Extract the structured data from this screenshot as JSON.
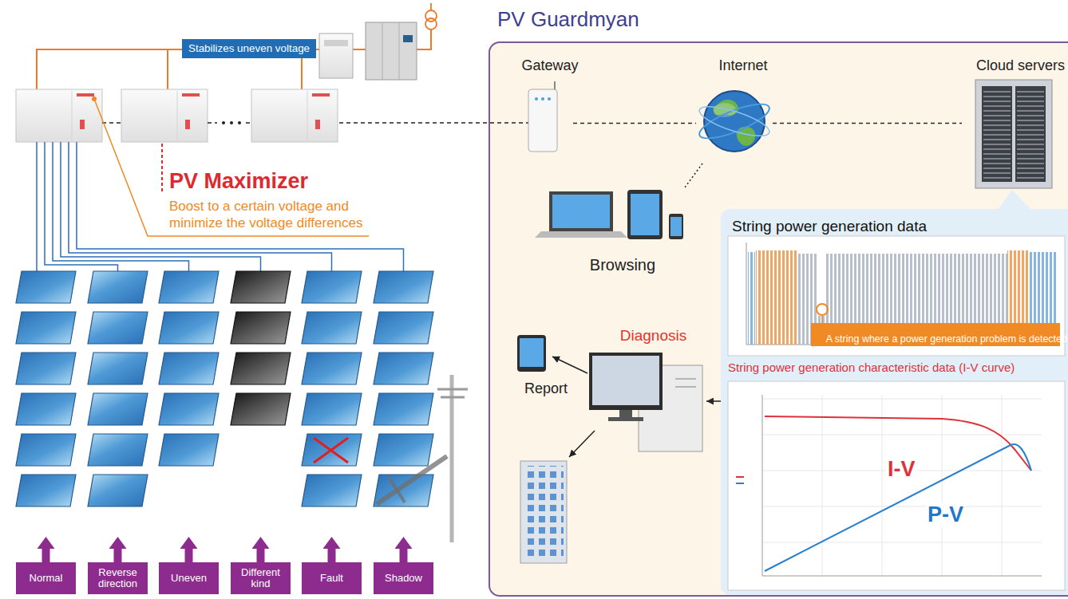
{
  "diagram": {
    "nodes": [
      {
        "text": [
          "Stabilizes uneven voltage"
        ]
      },
      {
        "text": [
          "PV Guardmyan"
        ]
      },
      {
        "text": [
          "Gateway"
        ],
        "in": 1
      },
      {
        "text": [
          "Internet"
        ],
        "in": 1
      },
      {
        "text": [
          "Cloud servers"
        ],
        "in": 1
      },
      {
        "text": [
          "Browsing"
        ],
        "in": 1
      },
      {
        "text": [
          "String power generation data",
          "String power generation characteristic data (I-V curve)"
        ],
        "in": 1
      },
      {
        "text": [
          "A string where a power generation problem is detected"
        ],
        "in": 6
      },
      {
        "text": [
          "Diagnosis"
        ],
        "in": 1
      },
      {
        "text": [
          "Normal"
        ]
      },
      {
        "text": [
          "Reverse direction"
        ]
      },
      {
        "text": [
          "Uneven"
        ]
      },
      {
        "text": [
          "Different kind"
        ]
      },
      {
        "text": [
          "Fault"
        ]
      },
      {
        "text": [
          "Shadow"
        ]
      }
    ],
    "edges": [
      {
        "from": 2,
        "to": 3,
        "arrow": "none"
      },
      {
        "from": 3,
        "to": 4,
        "arrow": "none"
      },
      {
        "from": 3,
        "to": 5,
        "arrow": "none"
      },
      {
        "from": 6,
        "to": 8,
        "arrow": "to"
      }
    ],
    "labels": [
      "PV Maximizer",
      "Boost to a certain voltage and minimize the voltage differences",
      "Report",
      "I-V",
      "P-V"
    ]
  }
}
